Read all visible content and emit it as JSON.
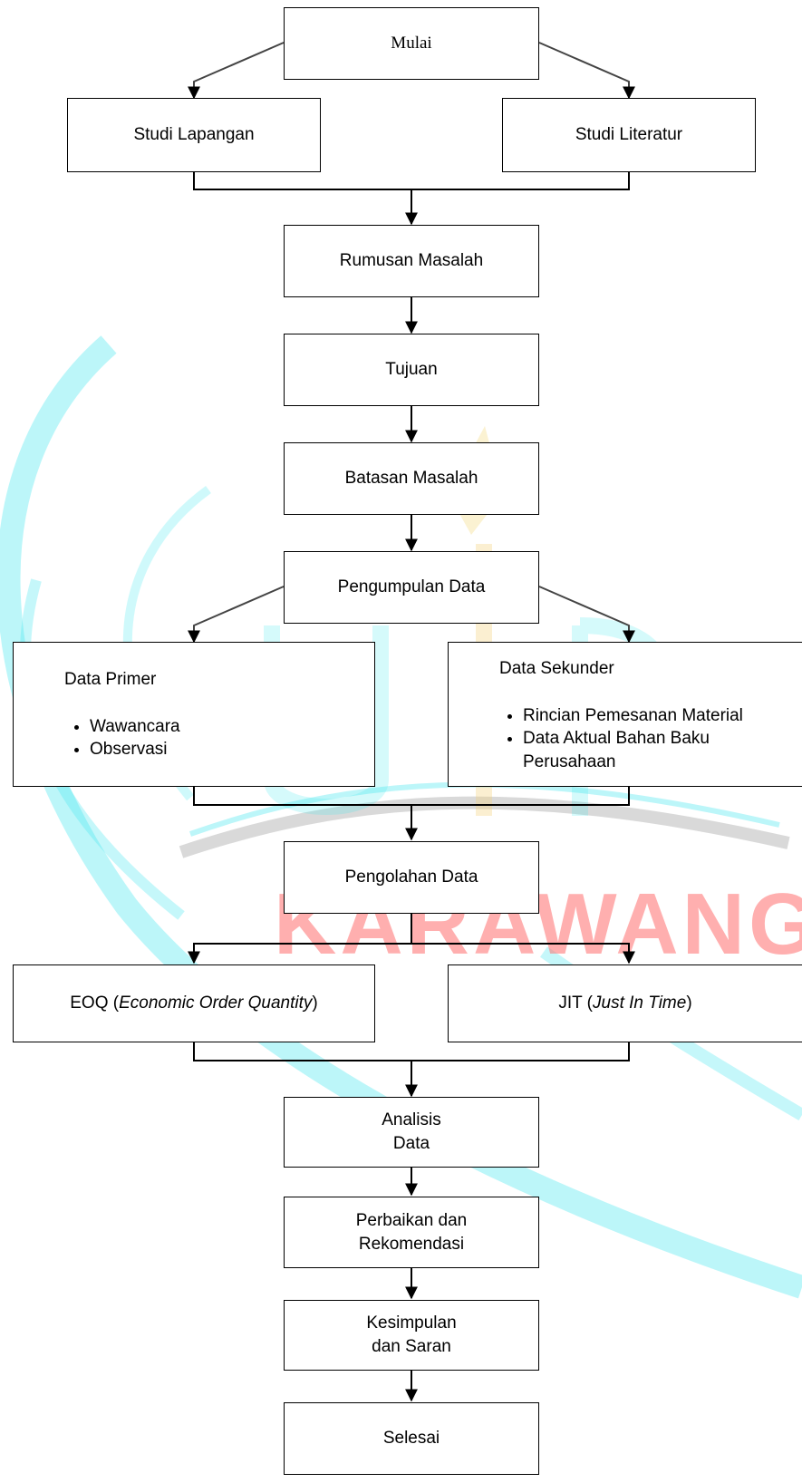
{
  "nodes": {
    "mulai": "Mulai",
    "studi_lapangan": "Studi Lapangan",
    "studi_literatur": "Studi Literatur",
    "rumusan_masalah": "Rumusan Masalah",
    "tujuan": "Tujuan",
    "batasan_masalah": "Batasan Masalah",
    "pengumpulan_data": "Pengumpulan Data",
    "data_primer": {
      "title": "Data Primer",
      "items": [
        "Wawancara",
        "Observasi"
      ]
    },
    "data_sekunder": {
      "title": "Data Sekunder",
      "items": [
        "Rincian Pemesanan Material",
        "Data Aktual Bahan Baku Perusahaan"
      ]
    },
    "pengolahan_data": "Pengolahan Data",
    "eoq": {
      "prefix": "EOQ (",
      "italic": "Economic Order Quantity",
      "suffix": ")"
    },
    "jit": {
      "prefix": "JIT (",
      "italic": "Just In Time",
      "suffix": ")"
    },
    "analisis_data": [
      "Analisis",
      "Data"
    ],
    "perbaikan": [
      "Perbaikan dan",
      "Rekomendasi"
    ],
    "kesimpulan": [
      "Kesimpulan",
      "dan Saran"
    ],
    "selesai": "Selesai"
  },
  "watermark": {
    "text": "KARAWANG",
    "text_color": "#ff6f6f",
    "accent_color": "#2ee6f0"
  }
}
